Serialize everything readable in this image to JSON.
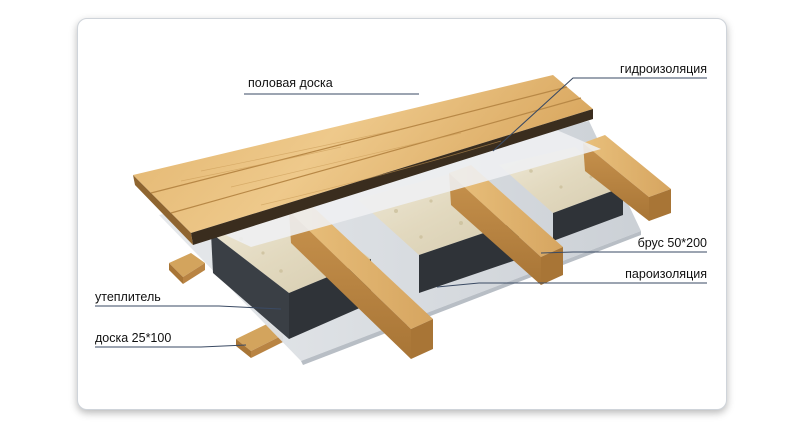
{
  "labels": {
    "floor_board": "половая доска",
    "waterproofing": "гидроизоляция",
    "beam": "брус 50*200",
    "vapor_barrier": "пароизоляция",
    "insulation": "утеплитель",
    "subfloor_board": "доска 25*100"
  },
  "colors": {
    "wood_light": "#e9c27f",
    "wood_mid": "#d7a963",
    "wood_dark": "#a97a3c",
    "insulation": "#e8e2cf",
    "insulation_side": "#2f3338",
    "membrane": "#d9dde2",
    "leader_line": "#3a4a63",
    "frame_border": "#cfd4da"
  }
}
